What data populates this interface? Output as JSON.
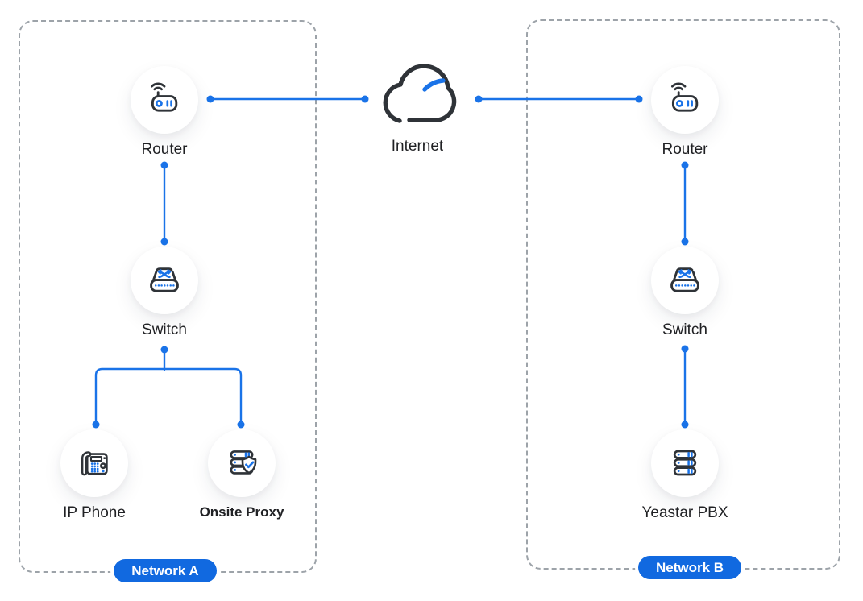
{
  "colors": {
    "accent": "#1a73e8",
    "badge_bg": "#1169e0",
    "icon_stroke": "#2f3338",
    "dash_border": "#9da3a9",
    "label_text": "#202124",
    "canvas_bg": "#ffffff"
  },
  "internet": {
    "label": "Internet"
  },
  "network_a": {
    "badge_label": "Network A",
    "router_label": "Router",
    "switch_label": "Switch",
    "ip_phone_label": "IP Phone",
    "onsite_proxy_label": "Onsite Proxy"
  },
  "network_b": {
    "badge_label": "Network B",
    "router_label": "Router",
    "switch_label": "Switch",
    "pbx_label": "Yeastar PBX"
  }
}
